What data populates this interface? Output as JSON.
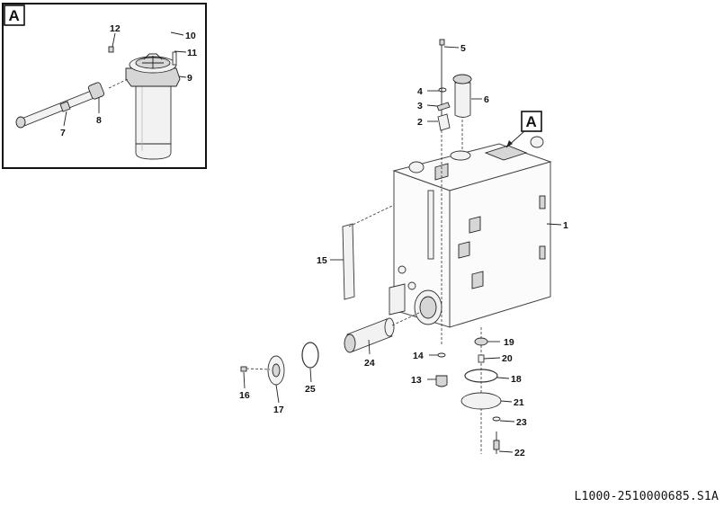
{
  "detail_label": "A",
  "view_marker_label": "A",
  "drawing_reference": "L1000-2510000685.S1A",
  "callouts": {
    "c1": "1",
    "c2": "2",
    "c3": "3",
    "c4": "4",
    "c5": "5",
    "c6": "6",
    "c7": "7",
    "c8": "8",
    "c9": "9",
    "c10": "10",
    "c11": "11",
    "c12": "12",
    "c13": "13",
    "c14": "14",
    "c15": "15",
    "c16": "16",
    "c17": "17",
    "c18": "18",
    "c19": "19",
    "c20": "20",
    "c21": "21",
    "c22": "22",
    "c23": "23",
    "c24": "24",
    "c25": "25"
  }
}
